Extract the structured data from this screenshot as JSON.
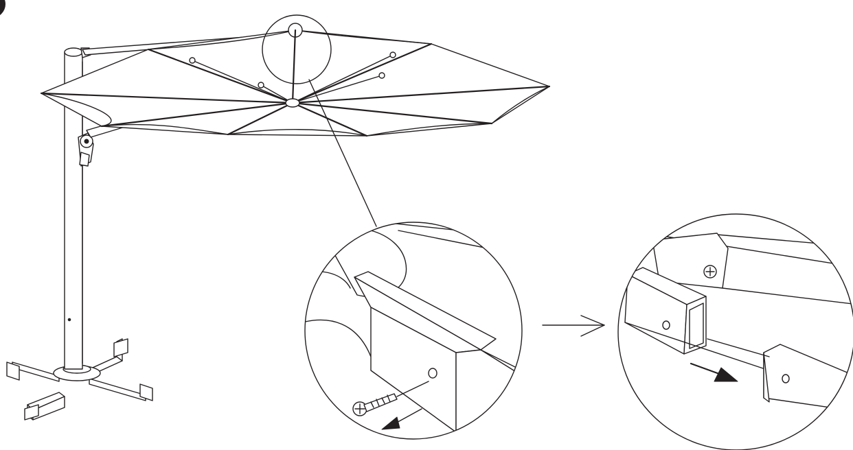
{
  "figure": {
    "background": "#ffffff",
    "line_color": "#231f20",
    "panels": [
      {
        "id": "overview",
        "depicts": "cantilever-umbrella-overview"
      },
      {
        "id": "detail-1",
        "depicts": "rib-joint-screw-removal"
      },
      {
        "id": "detail-2",
        "depicts": "rib-tube-separated"
      }
    ],
    "steps": [
      "remove-screw",
      "slide-tube-out"
    ]
  }
}
